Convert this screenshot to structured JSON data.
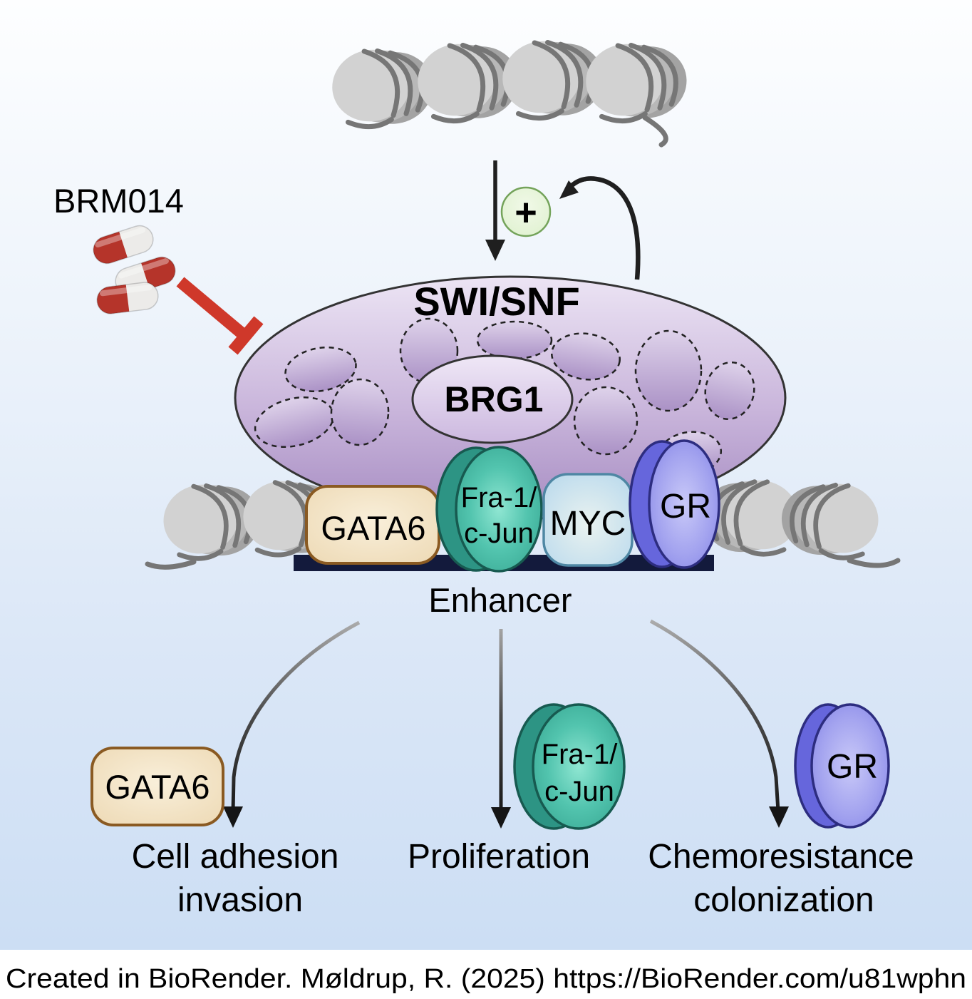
{
  "diagram": {
    "drug": {
      "label": "BRM014"
    },
    "activation": {
      "plus": "+"
    },
    "complex": {
      "label": "SWI/SNF",
      "subunit": "BRG1"
    },
    "enhancer": {
      "label": "Enhancer"
    },
    "transcription_factors": {
      "gata6": "GATA6",
      "fra1_cjun": {
        "line1": "Fra-1/",
        "line2": "c-Jun"
      },
      "myc": "MYC",
      "gr": "GR"
    },
    "outcomes": {
      "left": {
        "line1": "Cell adhesion",
        "line2": "invasion"
      },
      "middle": {
        "line1": "Proliferation"
      },
      "right": {
        "line1": "Chemoresistance",
        "line2": "colonization"
      }
    }
  },
  "footer": {
    "attribution": "Created in BioRender. Møldrup, R. (2025) https://BioRender.com/u81wphn"
  },
  "colors": {
    "background_top": "#fdfeff",
    "background_bottom": "#ccdef4",
    "swisnf_purple_top": "#ece4f4",
    "swisnf_purple_bottom": "#a68cc2",
    "brg1_fill": "#dccbeb",
    "gata6_fill": "#f3e3c4",
    "gata6_border": "#8a5a22",
    "fra1_teal": "#3fb39d",
    "fra1_border": "#175a50",
    "myc_fill": "#c2ddee",
    "myc_border": "#4f87a4",
    "gr_blue": "#9a9aec",
    "gr_border": "#2d2d80",
    "enhancer_bar": "#131a3c",
    "inhibitor": "#cf382a",
    "pill_red": "#b5342a",
    "pill_white": "#ecebe9",
    "plus_fill": "#e6f4da",
    "plus_border": "#74a35a",
    "nucleosome_gray": "#d2d2d2",
    "dna_gray": "#767676",
    "arrow_black": "#1f1f1f"
  }
}
